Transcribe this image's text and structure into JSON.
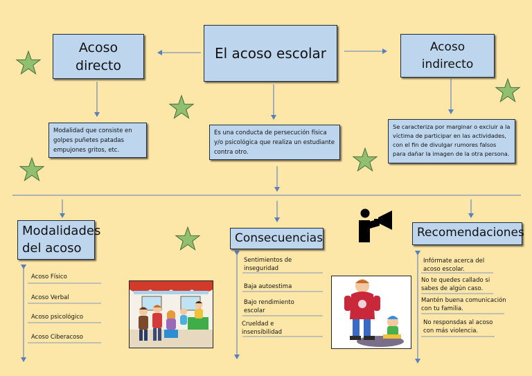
{
  "top": {
    "center_title": "El acoso escolar",
    "left_title": "Acoso\ndirecto",
    "right_title": "Acoso\nindirecto"
  },
  "descriptions": {
    "center": "Es una conducta de persecución física y/o psicológica que realiza un estudiante contra otro.",
    "left": "Modalidad que consiste en golpes puñetes patadas empujones gritos, etc.",
    "right": "Se caracteriza por marginar o excluir a la víctima de participar en las actividades, con el fin de divulgar rumores falsos para dañar la imagen de la otra persona."
  },
  "sections": {
    "modalidades": {
      "title": "Modalidades del acoso",
      "items": [
        "Acoso Físico",
        "Acoso Verbal",
        "Acoso psicológico",
        "Acoso Ciberacoso"
      ]
    },
    "consecuencias": {
      "title": "Consecuencias",
      "items": [
        "Sentimientos de inseguridad",
        "Baja autoestima",
        "Bajo rendimiento escolar",
        "Crueldad e insensibilidad"
      ]
    },
    "recomendaciones": {
      "title": "Recomendaciones",
      "items": [
        "Infórmate acerca del acoso escolar.",
        "No te quedes callado si sabes de algún caso.",
        "Mantén buena comunicación con tu familia.",
        "No responsdas al acoso con más violencia."
      ]
    }
  },
  "colors": {
    "background": "#fde7a8",
    "box_fill": "#bdd6ee",
    "arrow": "#5a7fbf",
    "star": "#8fbf6f"
  },
  "icons": [
    "star-icon",
    "megaphone-person-icon"
  ]
}
